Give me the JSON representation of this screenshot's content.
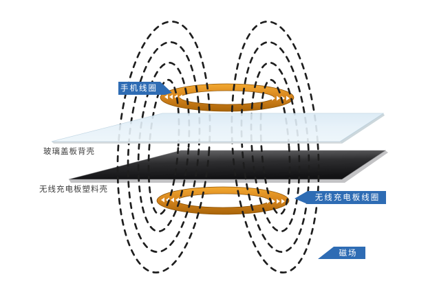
{
  "diagram": {
    "type": "wireless-charging-magnetic-field-diagram",
    "callouts": {
      "phone_coil": "手机线圈",
      "charger_coil": "无线充电板线圈",
      "magnetic_field": "磁场"
    },
    "layer_labels": {
      "glass_back_cover": "玻璃盖板背壳",
      "charger_plastic_shell": "无线充电板塑料壳"
    },
    "colors": {
      "callout_blue": "#2e6cb4",
      "coil_orange": "#d8871f",
      "field_line_black": "#1e1e1e",
      "glass_blue": "#dcecf7",
      "panel_dark": "#2b2b2d",
      "arrow_white": "#ffffff"
    }
  }
}
